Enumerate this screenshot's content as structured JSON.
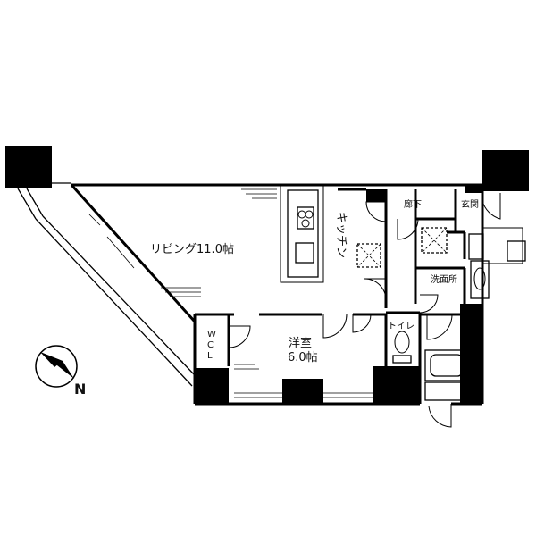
{
  "rooms": {
    "living": {
      "name": "リビング",
      "size": "11.0帖"
    },
    "kitchen": "キッチン",
    "bedroom": {
      "name": "洋室",
      "size": "6.0帖"
    },
    "wcl_1": "W",
    "wcl_2": "C",
    "wcl_3": "L",
    "hallway": "廊下",
    "entrance": "玄関",
    "washroom": "洗面所",
    "toilet": "トイレ"
  },
  "compass": {
    "direction": "N"
  }
}
